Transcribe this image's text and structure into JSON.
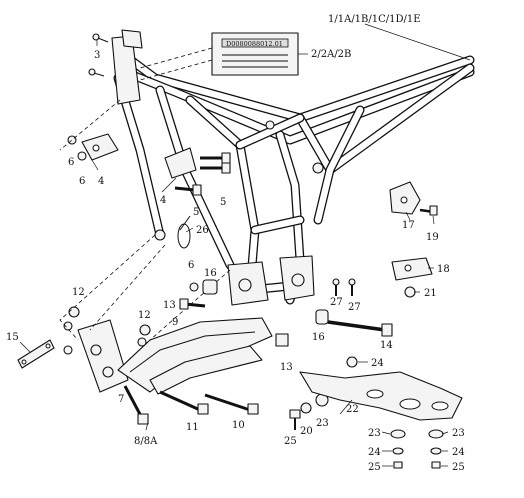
{
  "callouts": {
    "frame": "1/1A/1B/1C/1D/1E",
    "decal": "2/2A/2B",
    "decal_text": "D0080088012.01",
    "p3": "3",
    "p4a": "4",
    "p4b": "4",
    "p5a": "5",
    "p5b": "5",
    "p6a": "6",
    "p6b": "6",
    "p6c": "6",
    "p7": "7",
    "p8": "8/8A",
    "p9": "9",
    "p10": "10",
    "p11": "11",
    "p12a": "12",
    "p12b": "12",
    "p13a": "13",
    "p13b": "13",
    "p14": "14",
    "p15": "15",
    "p16a": "16",
    "p16b": "16",
    "p17": "17",
    "p18": "18",
    "p19": "19",
    "p20": "20",
    "p21": "21",
    "p22": "22",
    "p23a": "23",
    "p23b": "23",
    "p23c": "23",
    "p24a": "24",
    "p24b": "24",
    "p24c": "24",
    "p25a": "25",
    "p25b": "25",
    "p25c": "25",
    "p26": "26",
    "p27a": "27",
    "p27b": "27"
  }
}
